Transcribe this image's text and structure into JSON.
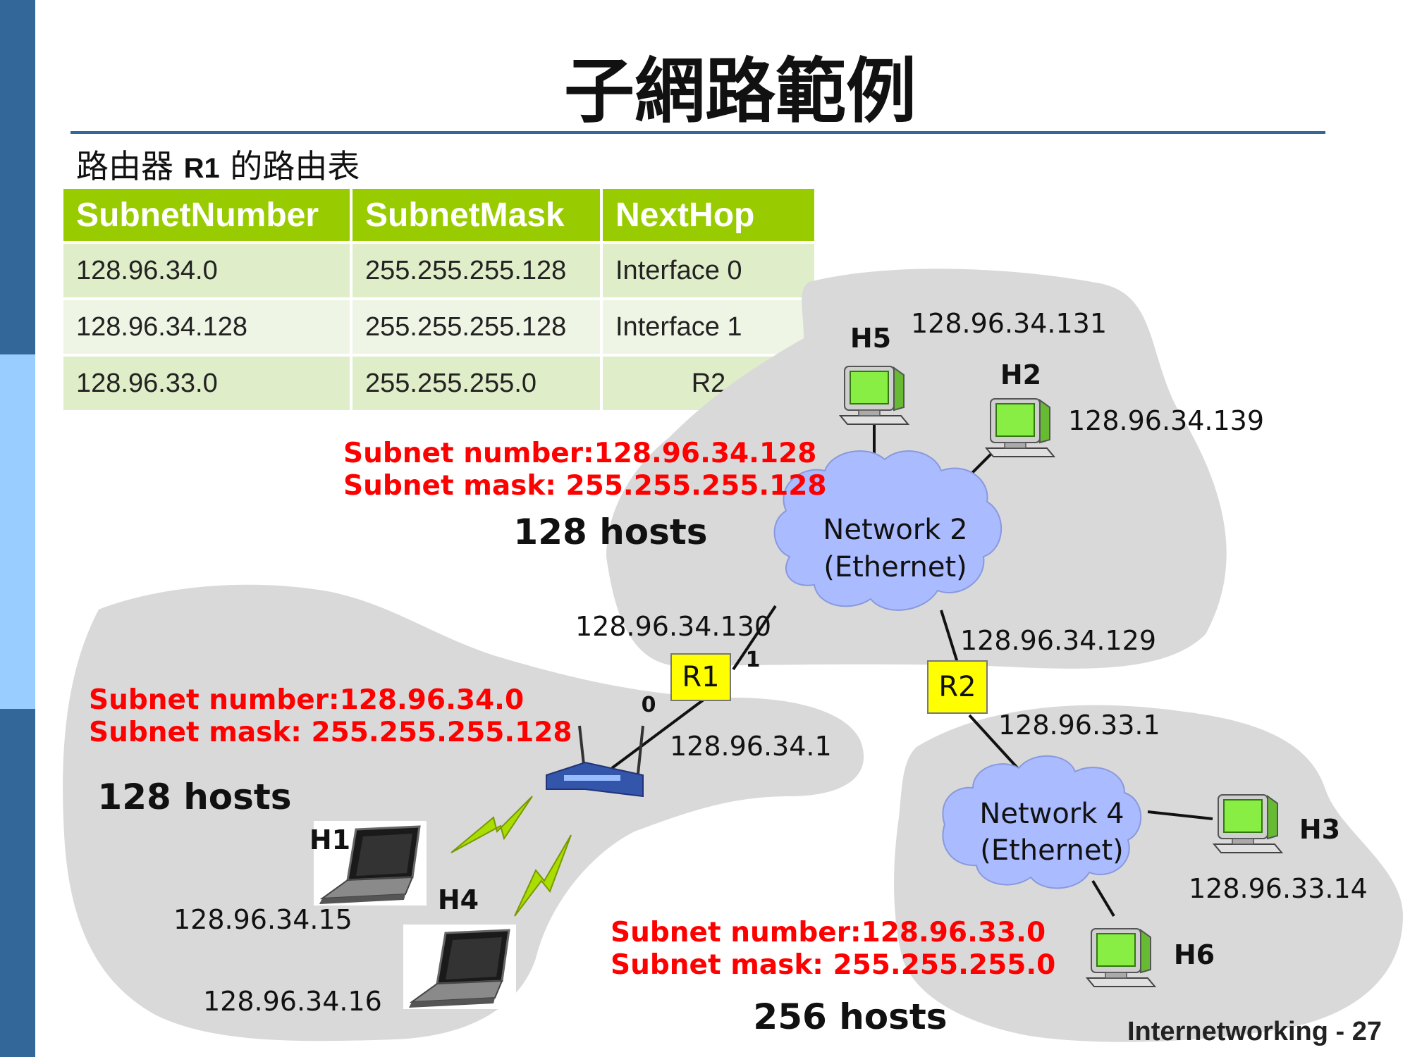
{
  "title": "子網路範例",
  "subtitle": {
    "prefix": "路由器 ",
    "router": "R1",
    "suffix": " 的路由表"
  },
  "routing_table": {
    "headers": [
      "SubnetNumber",
      "SubnetMask",
      "NextHop"
    ],
    "rows": [
      [
        "128.96.34.0",
        "255.255.255.128",
        "Interface 0"
      ],
      [
        "128.96.34.128",
        "255.255.255.128",
        "Interface 1"
      ],
      [
        "128.96.33.0",
        "255.255.255.0",
        "R2"
      ]
    ]
  },
  "subnets": {
    "a": {
      "number": "Subnet number:128.96.34.0",
      "mask": "Subnet mask: 255.255.255.128",
      "hosts": "128 hosts"
    },
    "b": {
      "number": "Subnet number:128.96.34.128",
      "mask": "Subnet mask: 255.255.255.128",
      "hosts": "128 hosts"
    },
    "c": {
      "number": "Subnet number:128.96.33.0",
      "mask": "Subnet mask: 255.255.255.0",
      "hosts": "256 hosts"
    }
  },
  "networks": {
    "n2": {
      "line1": "Network 2",
      "line2": "(Ethernet)"
    },
    "n4": {
      "line1": "Network 4",
      "line2": "(Ethernet)"
    }
  },
  "routers": {
    "r1": {
      "label": "R1",
      "iface0": "0",
      "iface1": "1",
      "ip0": "128.96.34.1",
      "ip1": "128.96.34.130"
    },
    "r2": {
      "label": "R2",
      "ip_n2": "128.96.34.129",
      "ip_n4": "128.96.33.1"
    }
  },
  "hosts": {
    "h1": {
      "label": "H1",
      "ip": "128.96.34.15"
    },
    "h4": {
      "label": "H4",
      "ip": "128.96.34.16"
    },
    "h5": {
      "label": "H5",
      "ip": "128.96.34.131"
    },
    "h2": {
      "label": "H2",
      "ip": "128.96.34.139"
    },
    "h3": {
      "label": "H3",
      "ip": "128.96.33.14"
    },
    "h6": {
      "label": "H6",
      "ip": ""
    }
  },
  "footer": "Internetworking - 27",
  "colors": {
    "sidebar_dark": "#336699",
    "sidebar_light": "#99ccff",
    "table_header": "#99cc00",
    "subnet_text": "#ff0000",
    "router_fill": "#ffff00",
    "cloud": "#aabbff",
    "blob": "#d9d9d9"
  }
}
